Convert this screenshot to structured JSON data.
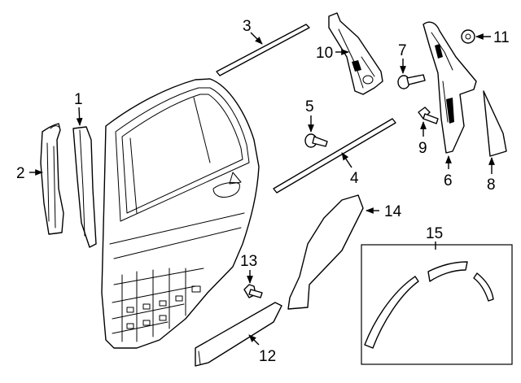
{
  "callouts": {
    "c1": "1",
    "c2": "2",
    "c3": "3",
    "c4": "4",
    "c5": "5",
    "c6": "6",
    "c7": "7",
    "c8": "8",
    "c9": "9",
    "c10": "10",
    "c11": "11",
    "c12": "12",
    "c13": "13",
    "c14": "14",
    "c15": "15"
  },
  "colors": {
    "line": "#000000",
    "background": "#ffffff"
  }
}
